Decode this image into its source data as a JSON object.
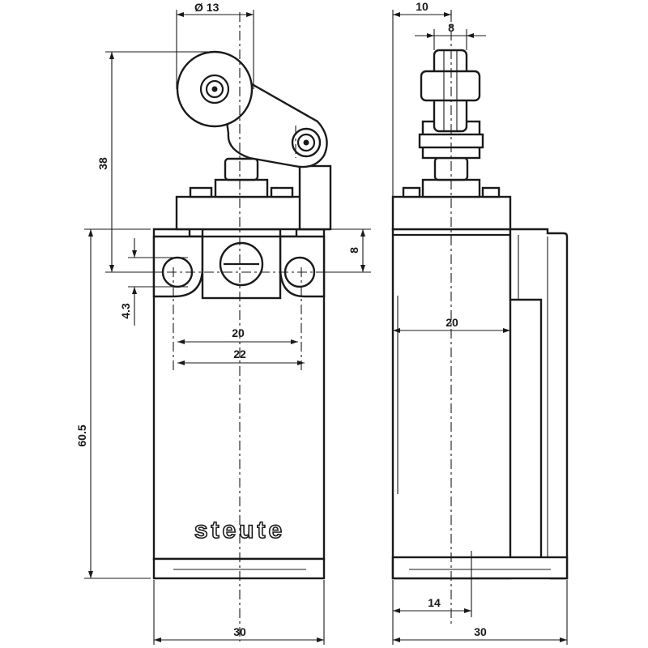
{
  "brand": {
    "logo_text": "steute"
  },
  "dimensions": {
    "roller_diameter": "Ø 13",
    "lever_height": "38",
    "mount_offset": "8",
    "hole_diameter": "4.3",
    "hole_spacing_inner": "20",
    "hole_spacing_outer": "22",
    "body_height": "60.5",
    "front_width": "30",
    "side_roller_offset": "10",
    "side_roller_width": "8",
    "side_depth": "20",
    "side_base_offset": "14",
    "side_width": "30"
  },
  "colors": {
    "line": "#1a1a1a",
    "background": "#ffffff"
  }
}
